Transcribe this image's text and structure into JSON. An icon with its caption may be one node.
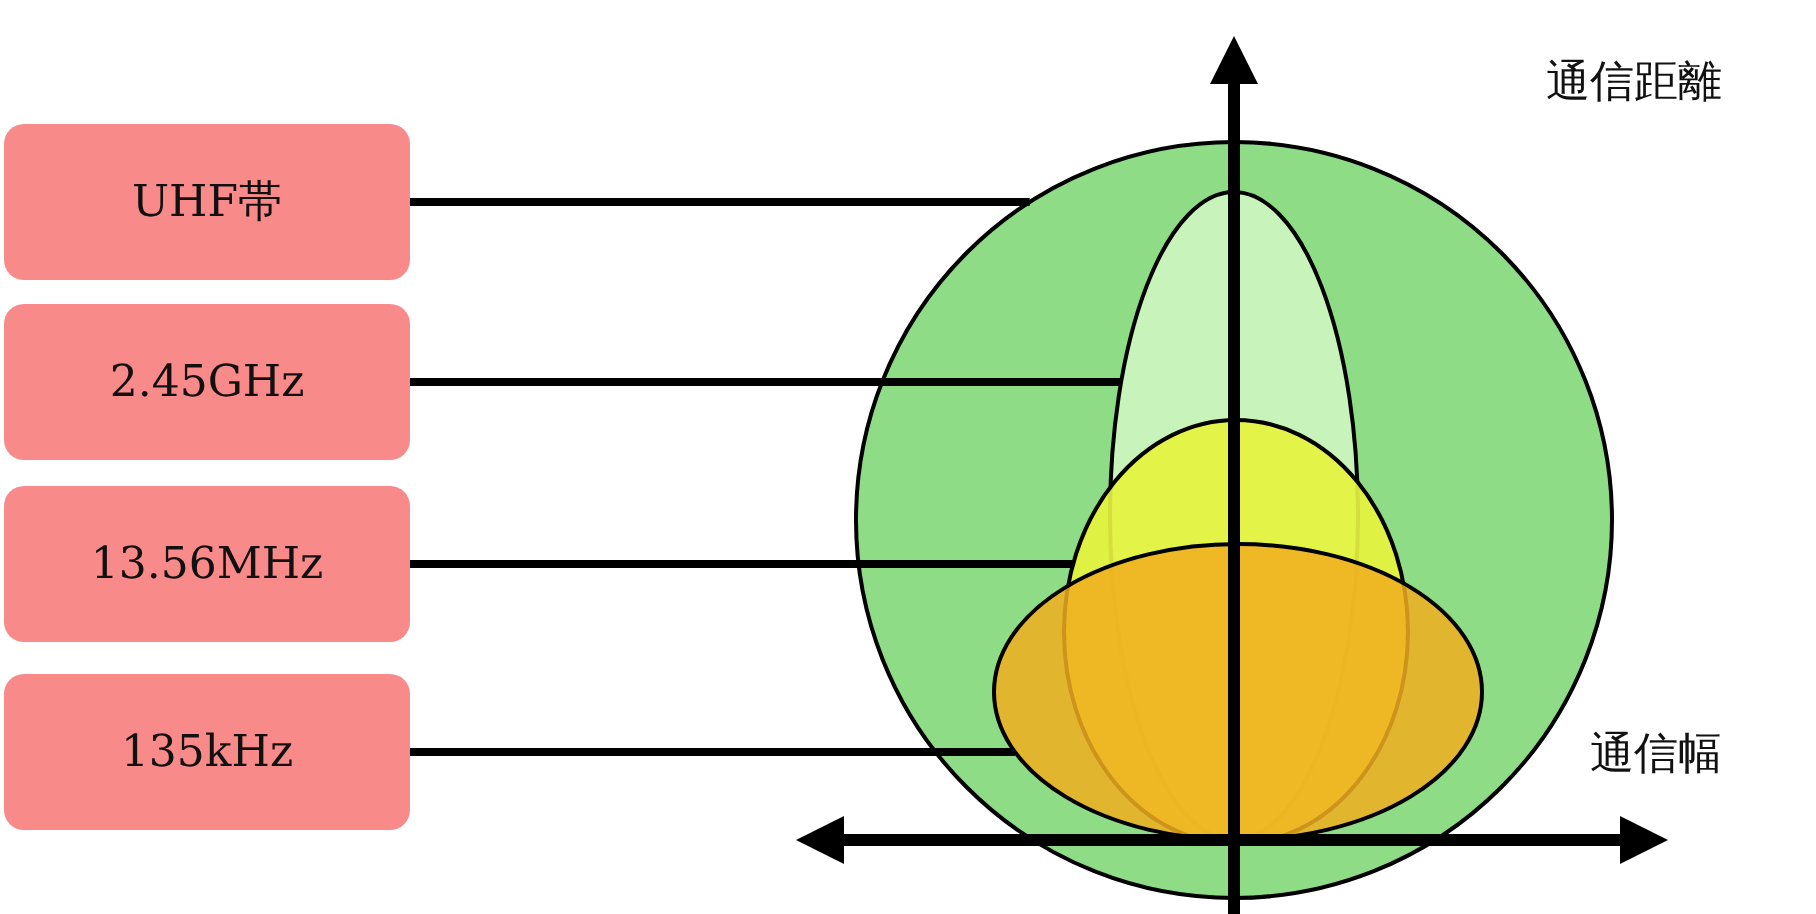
{
  "diagram": {
    "nodes": [
      {
        "text": [
          "UHF帯"
        ]
      },
      {
        "text": [
          "2.45GHz"
        ]
      },
      {
        "text": [
          "13.56MHz"
        ]
      },
      {
        "text": [
          "135kHz"
        ]
      },
      {
        "text": [],
        "shape": "circle"
      },
      {
        "text": [],
        "shape": "ellipse",
        "in": 4
      },
      {
        "text": [],
        "shape": "ellipse",
        "in": 4
      },
      {
        "text": [],
        "shape": "ellipse",
        "in": 4
      }
    ],
    "edges": [
      {
        "from": 0,
        "to": 4,
        "arrow": "none"
      },
      {
        "from": 1,
        "to": 5,
        "arrow": "none"
      },
      {
        "from": 2,
        "to": 6,
        "arrow": "none"
      },
      {
        "from": 3,
        "to": 7,
        "arrow": "none"
      }
    ],
    "labels": [
      "通信距離",
      "通信幅"
    ]
  }
}
